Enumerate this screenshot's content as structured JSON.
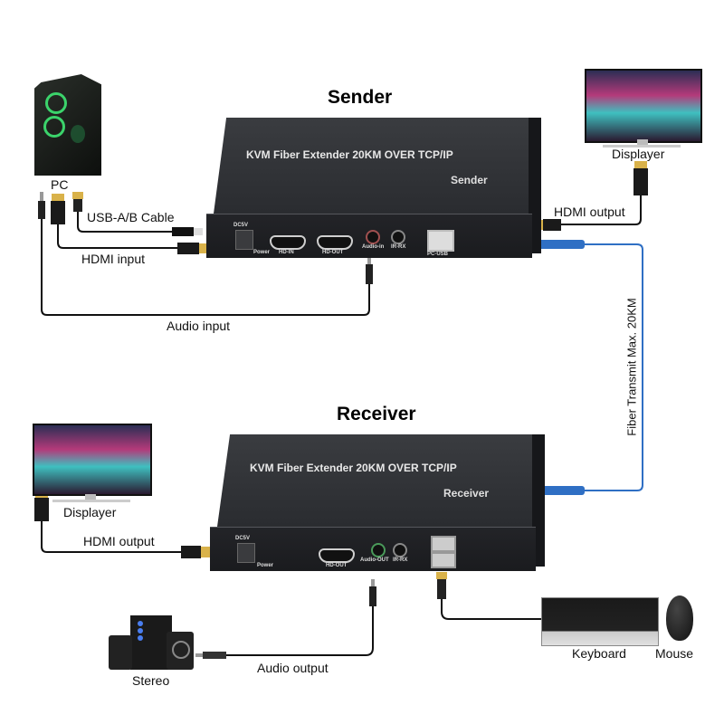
{
  "sender": {
    "title": "Sender",
    "product_label": "KVM Fiber Extender 20KM OVER TCP/IP",
    "role_label": "Sender",
    "ports": {
      "dc": "DC5V",
      "power": "Power",
      "hd_in": "HD-IN",
      "hd_out": "HD-OUT",
      "audio_in": "Audio-in",
      "ir_rx": "IR-RX",
      "pc_usb": "PC-USB"
    }
  },
  "receiver": {
    "title": "Receiver",
    "product_label": "KVM Fiber Extender 20KM OVER TCP/IP",
    "role_label": "Receiver",
    "ports": {
      "dc": "DC5V",
      "power": "Power",
      "hd_out": "HD-OUT",
      "audio_out": "Audio-OUT",
      "ir_rx": "IR-RX"
    }
  },
  "devices": {
    "pc": "PC",
    "displayer_top": "Displayer",
    "displayer_bottom": "Displayer",
    "stereo": "Stereo",
    "keyboard": "Keyboard",
    "mouse": "Mouse"
  },
  "cables": {
    "usb_ab": "USB-A/B Cable",
    "hdmi_input": "HDMI input",
    "audio_input": "Audio input",
    "hdmi_output_top": "HDMI output",
    "fiber": "Fiber Transmit Max. 20KM",
    "hdmi_output_bottom": "HDMI output",
    "audio_output": "Audio output"
  },
  "colors": {
    "fiber": "#2f6fc4",
    "cable": "#111111",
    "device_body": "#2a2c30"
  }
}
